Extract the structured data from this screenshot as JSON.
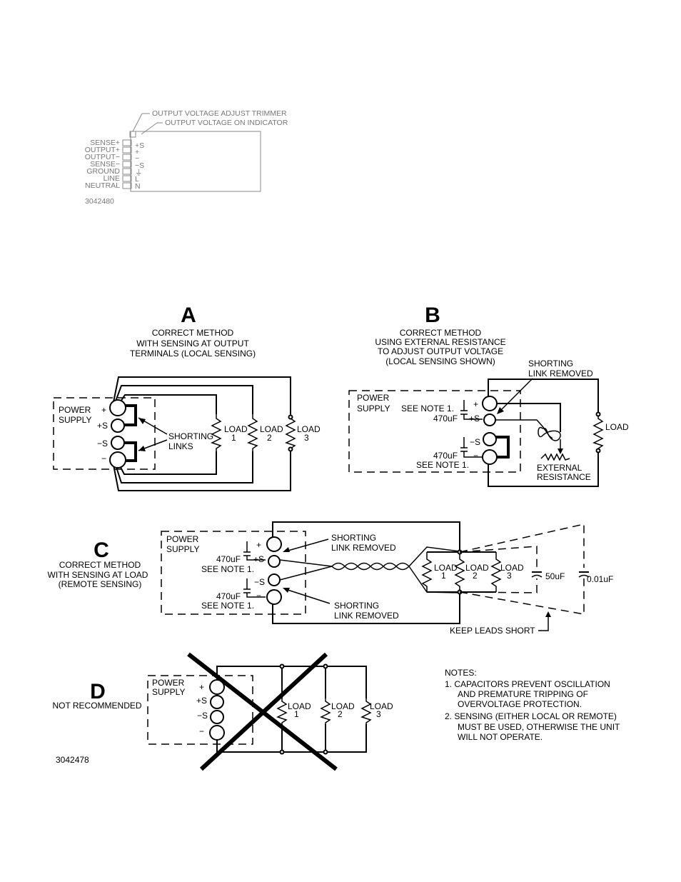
{
  "top_module": {
    "callouts": [
      "OUTPUT VOLTAGE ADJUST TRIMMER",
      "OUTPUT VOLTAGE ON INDICATOR"
    ],
    "pin_names": [
      "SENSE+",
      "OUTPUT+",
      "OUTPUT−",
      "SENSE−",
      "GROUND",
      "LINE",
      "NEUTRAL"
    ],
    "pin_marks": [
      "+S",
      "+",
      "−",
      "−S",
      "⏚",
      "L",
      "N"
    ],
    "figure_id": "3042480"
  },
  "panel_a": {
    "letter": "A",
    "caption": [
      "CORRECT METHOD",
      "WITH SENSING AT OUTPUT",
      "TERMINALS (LOCAL SENSING)"
    ],
    "power_supply": [
      "POWER",
      "SUPPLY"
    ],
    "terminals": [
      "+",
      "+S",
      "−S",
      "−"
    ],
    "shorting_links": [
      "SHORTING",
      "LINKS"
    ],
    "loads": [
      [
        "LOAD",
        "1"
      ],
      [
        "LOAD",
        "2"
      ],
      [
        "LOAD",
        "3"
      ]
    ]
  },
  "panel_b": {
    "letter": "B",
    "caption": [
      "CORRECT METHOD",
      "USING EXTERNAL RESISTANCE",
      "TO ADJUST OUTPUT VOLTAGE",
      "(LOCAL SENSING SHOWN)"
    ],
    "power_supply": [
      "POWER",
      "SUPPLY"
    ],
    "see_note": "SEE NOTE 1.",
    "capacitor": "470uF",
    "terminals": [
      "+",
      "+S",
      "−S",
      "−"
    ],
    "link_removed": [
      "SHORTING",
      "LINK REMOVED"
    ],
    "external_resistance": [
      "EXTERNAL",
      "RESISTANCE"
    ],
    "load": "LOAD"
  },
  "panel_c": {
    "letter": "C",
    "caption": [
      "CORRECT METHOD",
      "WITH SENSING AT LOAD",
      "(REMOTE SENSING)"
    ],
    "power_supply": [
      "POWER",
      "SUPPLY"
    ],
    "see_note": "SEE NOTE 1.",
    "capacitor": "470uF",
    "terminals": [
      "+",
      "+S",
      "−S",
      "−"
    ],
    "link_removed": [
      "SHORTING",
      "LINK REMOVED"
    ],
    "loads": [
      [
        "LOAD",
        "1"
      ],
      [
        "LOAD",
        "2"
      ],
      [
        "LOAD",
        "3"
      ]
    ],
    "cap_50": "50uF",
    "cap_001": "0.01uF",
    "keep_short": "KEEP LEADS SHORT"
  },
  "panel_d": {
    "letter": "D",
    "caption": "NOT RECOMMENDED",
    "power_supply": [
      "POWER",
      "SUPPLY"
    ],
    "terminals": [
      "+",
      "+S",
      "−S",
      "−"
    ],
    "loads": [
      [
        "LOAD",
        "1"
      ],
      [
        "LOAD",
        "2"
      ],
      [
        "LOAD",
        "3"
      ]
    ]
  },
  "notes": {
    "heading": "NOTES:",
    "lines": [
      "1. CAPACITORS PREVENT OSCILLATION",
      "AND PREMATURE TRIPPING OF",
      "OVERVOLTAGE PROTECTION.",
      "2. SENSING (EITHER LOCAL OR REMOTE)",
      "MUST BE USED, OTHERWISE THE UNIT",
      "WILL NOT OPERATE."
    ]
  },
  "figure_id": "3042478"
}
